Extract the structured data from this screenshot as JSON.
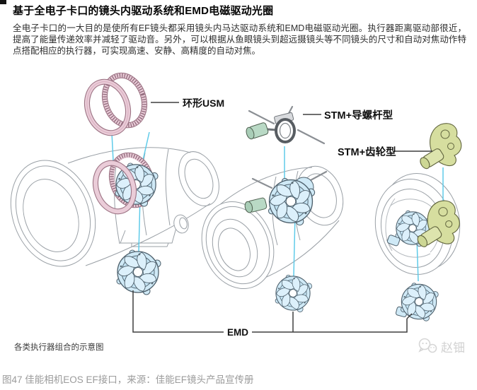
{
  "page": {
    "title": "基于全电子卡口的镜头内驱动系统和EMD电磁驱动光圈",
    "body_text": "全电子卡口的一大目的是使所有EF镜头都采用镜头内马达驱动系统和EMD电磁驱动光圈。执行器距离驱动部很近，提高了能量传递效率并减轻了驱动音。另外，可以根据从鱼眼镜头到超远摄镜头等不同镜头的尺寸和自动对焦动作特点搭配相应的执行器，可实现高速、安静、高精度的自动对焦。",
    "figure_caption": "各类执行器组合的示意图",
    "bottom_caption": "图47 佳能相机EOS EF接口，来源：佳能EF镜头产品宣传册",
    "watermark_text": "赵钿"
  },
  "diagram": {
    "labels": {
      "ring_usm": "环形USM",
      "stm_leadscrew": "STM+导螺杆型",
      "stm_gear": "STM+齿轮型",
      "emd": "EMD"
    },
    "colors": {
      "usm_ring_pink": "#e8cbd6",
      "actuator_blue": "#cfe9f6",
      "stm_motor_green": "#b9d9c5",
      "stm_gear_yellow": "#d6de9f",
      "connector_cyan": "#5fcbe9",
      "lineart_gray": "#9aa0a6"
    }
  }
}
